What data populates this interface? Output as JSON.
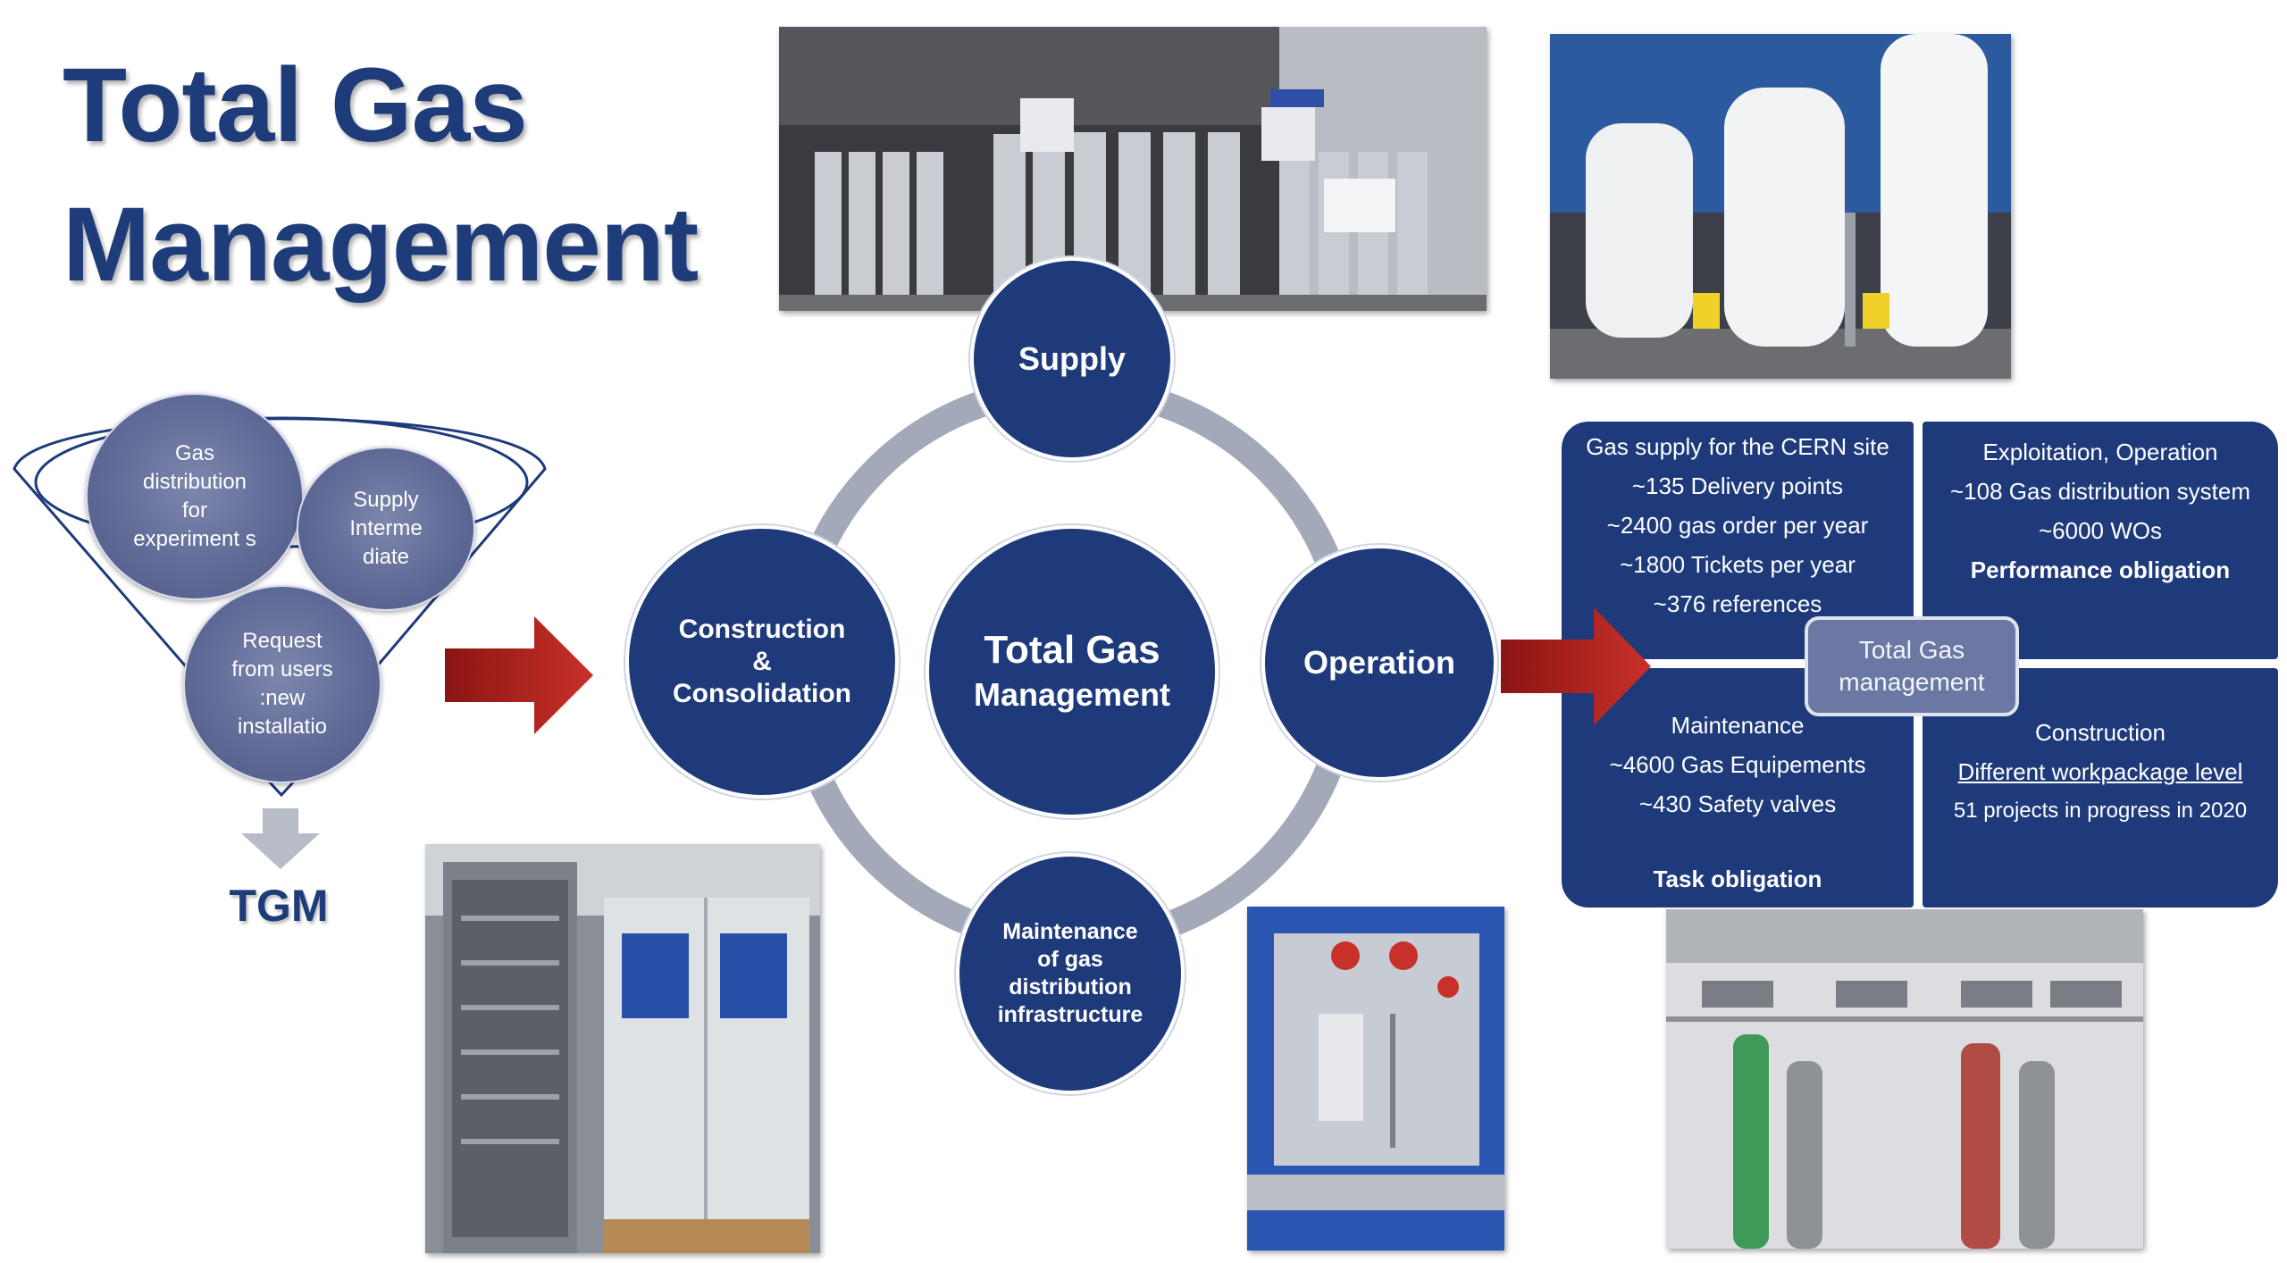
{
  "title": {
    "line1": "Total Gas",
    "line2": "Management"
  },
  "funnel": {
    "bubbles": {
      "gas_distribution": "Gas distribution for experiment s",
      "supply": "Supply Interme diate",
      "request": "Request from users :new installatio"
    },
    "label": "TGM"
  },
  "hub": {
    "center": {
      "line1": "Total Gas",
      "line2": "Management"
    },
    "supply": "Supply",
    "operation": "Operation",
    "construction": {
      "line1": "Construction",
      "line2": "&",
      "line3": "Consolidation"
    },
    "maintenance": {
      "line1": "Maintenance",
      "line2": "of gas",
      "line3": "distribution",
      "line4": "infrastructure"
    }
  },
  "grid": {
    "top_left": [
      "Gas supply for the CERN site",
      "~135 Delivery points",
      "~2400 gas order per year",
      "~1800 Tickets per year",
      "~376 references"
    ],
    "top_right": {
      "lines": [
        "Exploitation, Operation",
        "~108 Gas distribution system",
        "~6000 WOs"
      ],
      "bold": "Performance obligation"
    },
    "bottom_left": {
      "lines": [
        "Maintenance",
        "~4600 Gas Equipements",
        "~430 Safety valves"
      ],
      "bold": "Task obligation"
    },
    "bottom_right": [
      "Construction",
      "Different workpackage level",
      "51 projects in progress in 2020"
    ],
    "center": {
      "line1": "Total Gas",
      "line2": "management"
    }
  },
  "colors": {
    "navy": "#1e3a7b",
    "title": "#1f3c7a",
    "arrow": "#b3231f",
    "ring": "#a4a9ba"
  }
}
